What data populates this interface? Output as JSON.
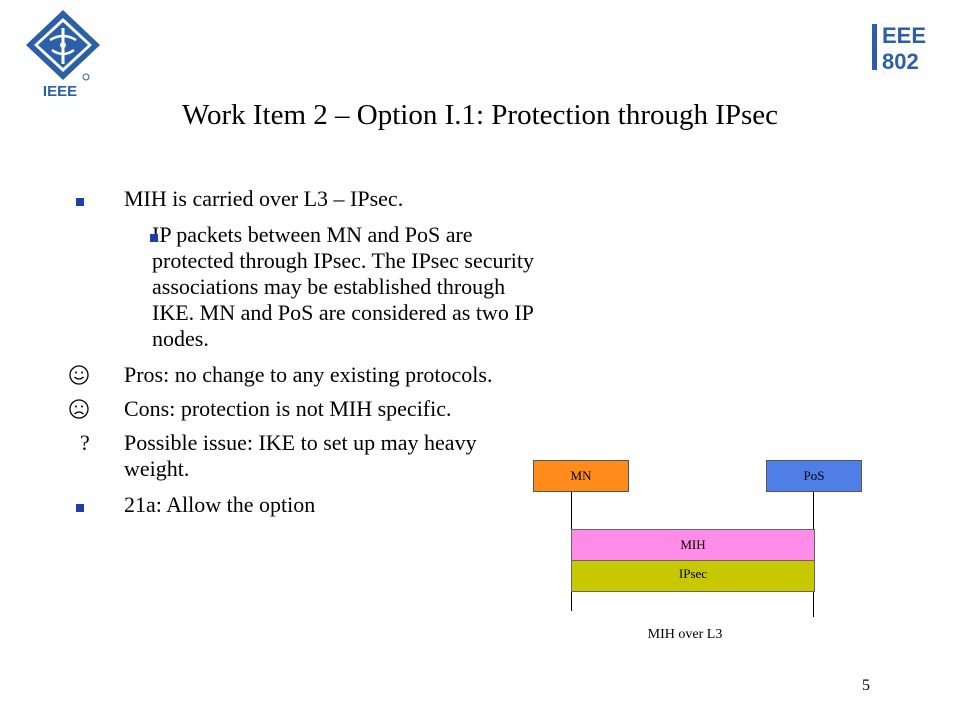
{
  "slide": {
    "title": "Work Item 2 – Option I.1: Protection through IPsec",
    "page_number": "5"
  },
  "logos": {
    "left": {
      "icon": "ieee-logo-icon",
      "text": "IEEE"
    },
    "right": {
      "icon": "ieee-802-logo-icon",
      "text_top": "EEE",
      "text_bottom": "802"
    }
  },
  "bullets": [
    {
      "marker": "square",
      "text": "MIH is carried over L3 – IPsec."
    },
    {
      "marker": "square",
      "level": 2,
      "text": "IP packets between MN and PoS are protected through IPsec. The IPsec security associations may be established through IKE. MN and PoS are considered as two IP nodes."
    },
    {
      "marker": "smiley-face",
      "text": "Pros: no change to any existing protocols."
    },
    {
      "marker": "frown-face",
      "text": "Cons: protection is not MIH specific."
    },
    {
      "marker": "?",
      "text": "Possible issue: IKE to set up may heavy weight."
    },
    {
      "marker": "square",
      "text": "21a: Allow the option"
    }
  ],
  "diagram": {
    "nodes": {
      "mn": {
        "label": "MN",
        "color": "#ff8c1a"
      },
      "pos": {
        "label": "PoS",
        "color": "#4f7fe6"
      }
    },
    "layers": {
      "mih": {
        "label": "MIH",
        "color": "#ff8ce8"
      },
      "ipsec": {
        "label": "IPsec",
        "color": "#c8c800"
      }
    },
    "caption": "MIH over L3"
  }
}
